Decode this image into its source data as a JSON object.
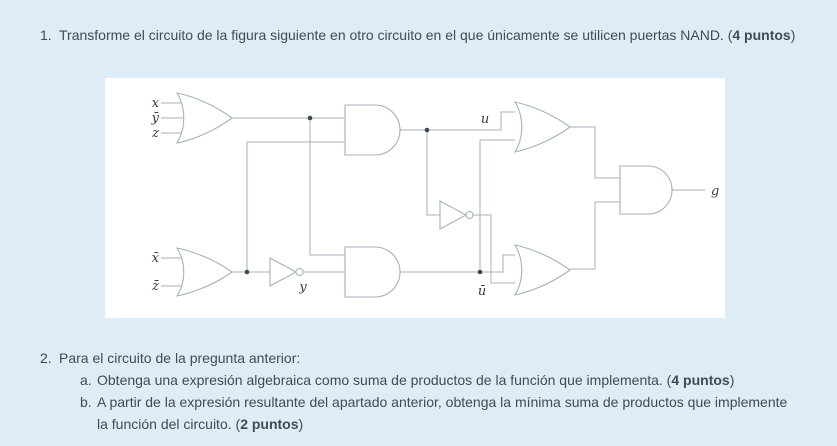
{
  "page": {
    "background": "#ddecf6",
    "panel_bg": "#ffffff"
  },
  "question1": {
    "number": "1.",
    "text": "Transforme el circuito de la figura siguiente en otro circuito en el que únicamente se utilicen puertas NAND. (",
    "points": "4 puntos",
    "close": ")"
  },
  "question2": {
    "number": "2.",
    "text": "Para el circuito de la pregunta anterior:",
    "items": [
      {
        "letter": "a.",
        "text": "Obtenga una expresión algebraica como suma de productos de la función que implementa. (",
        "points": "4 puntos",
        "close": ")"
      },
      {
        "letter": "b.",
        "text": "A partir de la expresión resultante del apartado anterior, obtenga la mínima suma de productos que implemente la función del circuito. (",
        "points": "2 puntos",
        "close": ")"
      }
    ]
  },
  "circuit": {
    "inputs": {
      "x": "x",
      "y_bar": "ȳ",
      "z": "z",
      "x_bar": "x̄",
      "z_bar": "z̄"
    },
    "labels": {
      "y": "y",
      "u": "u",
      "u_bar": "ū",
      "g": "g"
    },
    "gates": [
      "or3-input",
      "and2-top",
      "or2-input-bottom",
      "not-1",
      "and2-bottom",
      "not-2",
      "or2-right-top",
      "or2-right-bottom",
      "and2-output"
    ],
    "wire_color": "#a4b2ba"
  }
}
